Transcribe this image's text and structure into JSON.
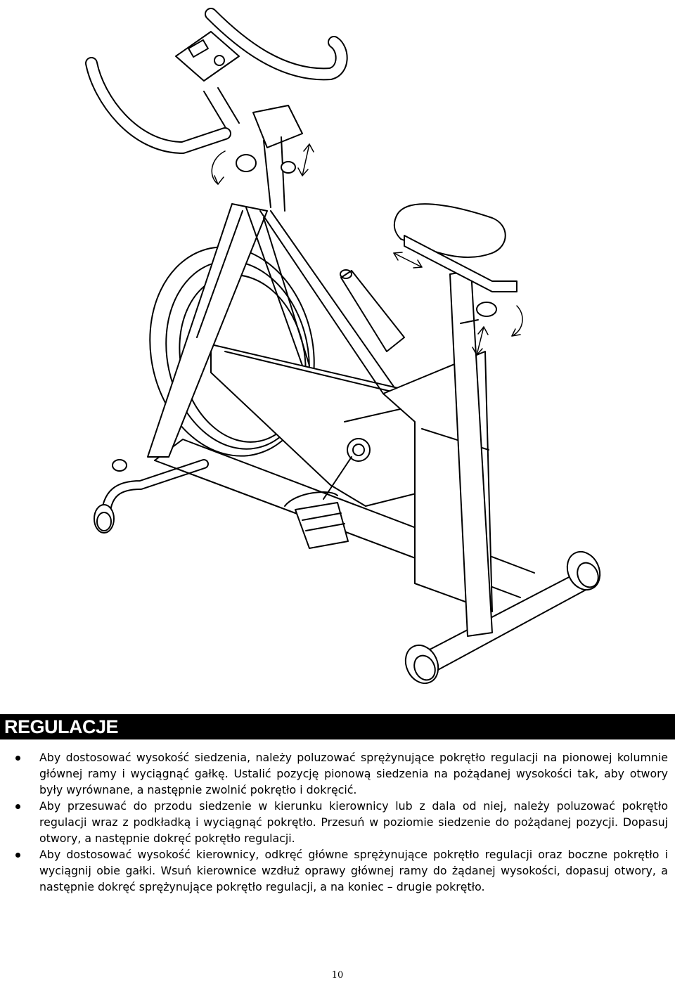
{
  "page": {
    "section_title": "REGULACJE",
    "page_number": "10"
  },
  "instructions": [
    {
      "text": "Aby dostosować wysokość siedzenia, należy poluzować sprężynujące pokrętło regulacji na pionowej kolumnie głównej ramy i wyciągnąć gałkę. Ustalić pozycję pionową siedzenia na pożądanej wysokości tak, aby otwory były wyrównane, a następnie zwolnić pokrętło i dokręcić."
    },
    {
      "text": "Aby przesuwać do przodu siedzenie w kierunku kierownicy lub z dala od niej, należy poluzować pokrętło regulacji wraz z podkładką i wyciągnąć pokrętło. Przesuń w poziomie siedzenie do pożądanej pozycji. Dopasuj otwory, a następnie dokręć pokrętło regulacji."
    },
    {
      "text": "Aby dostosować wysokość kierownicy, odkręć główne sprężynujące pokrętło regulacji oraz boczne pokrętło i wyciągnij obie gałki. Wsuń kierownice wzdłuż oprawy głównej ramy do żądanej wysokości, dopasuj otwory, a następnie dokręć sprężynujące pokrętło regulacji, a na koniec – drugie pokrętło."
    }
  ]
}
